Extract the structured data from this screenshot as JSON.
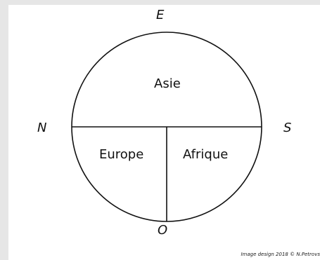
{
  "compass": {
    "top": "E",
    "left": "N",
    "right": "S",
    "bottom": "O"
  },
  "regions": {
    "upper": "Asie",
    "lower_left": "Europe",
    "lower_right": "Afrique"
  },
  "credit": "Image design 2018 © N.Petrovs",
  "colors": {
    "background": "#e6e6e6",
    "panel": "#ffffff",
    "stroke": "#111111"
  }
}
